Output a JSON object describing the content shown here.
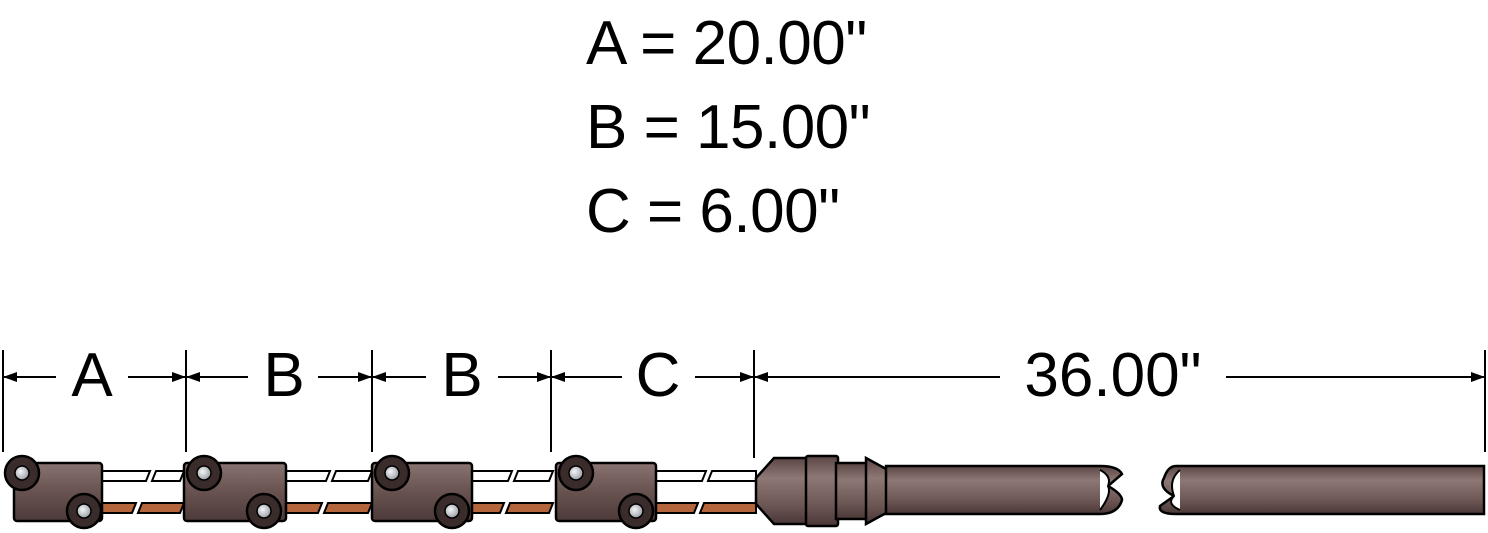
{
  "legend": [
    {
      "text": "A = 20.00\""
    },
    {
      "text": "B = 15.00\""
    },
    {
      "text": "C = 6.00\""
    }
  ],
  "dimensions": [
    {
      "label": "A"
    },
    {
      "label": "B"
    },
    {
      "label": "B"
    },
    {
      "label": "C"
    },
    {
      "label": "36.00\""
    }
  ],
  "colors": {
    "clamp_body": "#6b5553",
    "clamp_dark": "#3a2c2a",
    "bolt": "#cfd2d6",
    "wire_white": "#ffffff",
    "wire_copper": "#b5653b",
    "probe_body": "#6e5856"
  }
}
